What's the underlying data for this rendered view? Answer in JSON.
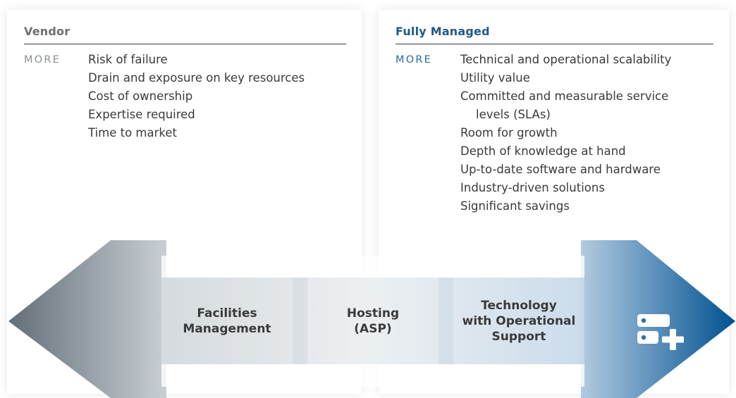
{
  "left_panel": {
    "title": "Vendor",
    "more_label": "MORE",
    "items": [
      "Risk of failure",
      "Drain and exposure on key resources",
      "Cost of ownership",
      "Expertise required",
      "Time to market"
    ]
  },
  "right_panel": {
    "title": "Fully Managed",
    "more_label": "MORE",
    "items": [
      "Technical and operational scalability",
      "Utility value",
      "Committed and measurable service levels (SLAs)",
      "Room for growth",
      "Depth of knowledge at hand",
      "Up-to-date software and hardware",
      "Industry-driven solutions",
      "Significant savings"
    ]
  },
  "spectrum": {
    "boxes": [
      {
        "id": "facilities",
        "line1": "Facilities",
        "line2": "Management",
        "line3": ""
      },
      {
        "id": "hosting",
        "line1": "Hosting",
        "line2": "(ASP)",
        "line3": ""
      },
      {
        "id": "technology",
        "line1": "Technology",
        "line2": "with Operational",
        "line3": "Support"
      }
    ],
    "right_icon": "server-add-icon"
  },
  "colors": {
    "gray_dark": "#5d6972",
    "gray_light": "#cfd5d9",
    "blue_light": "#c9dbea",
    "blue_dark": "#005190",
    "vendor_title": "#6b6f72",
    "managed_title": "#1f5a88"
  }
}
